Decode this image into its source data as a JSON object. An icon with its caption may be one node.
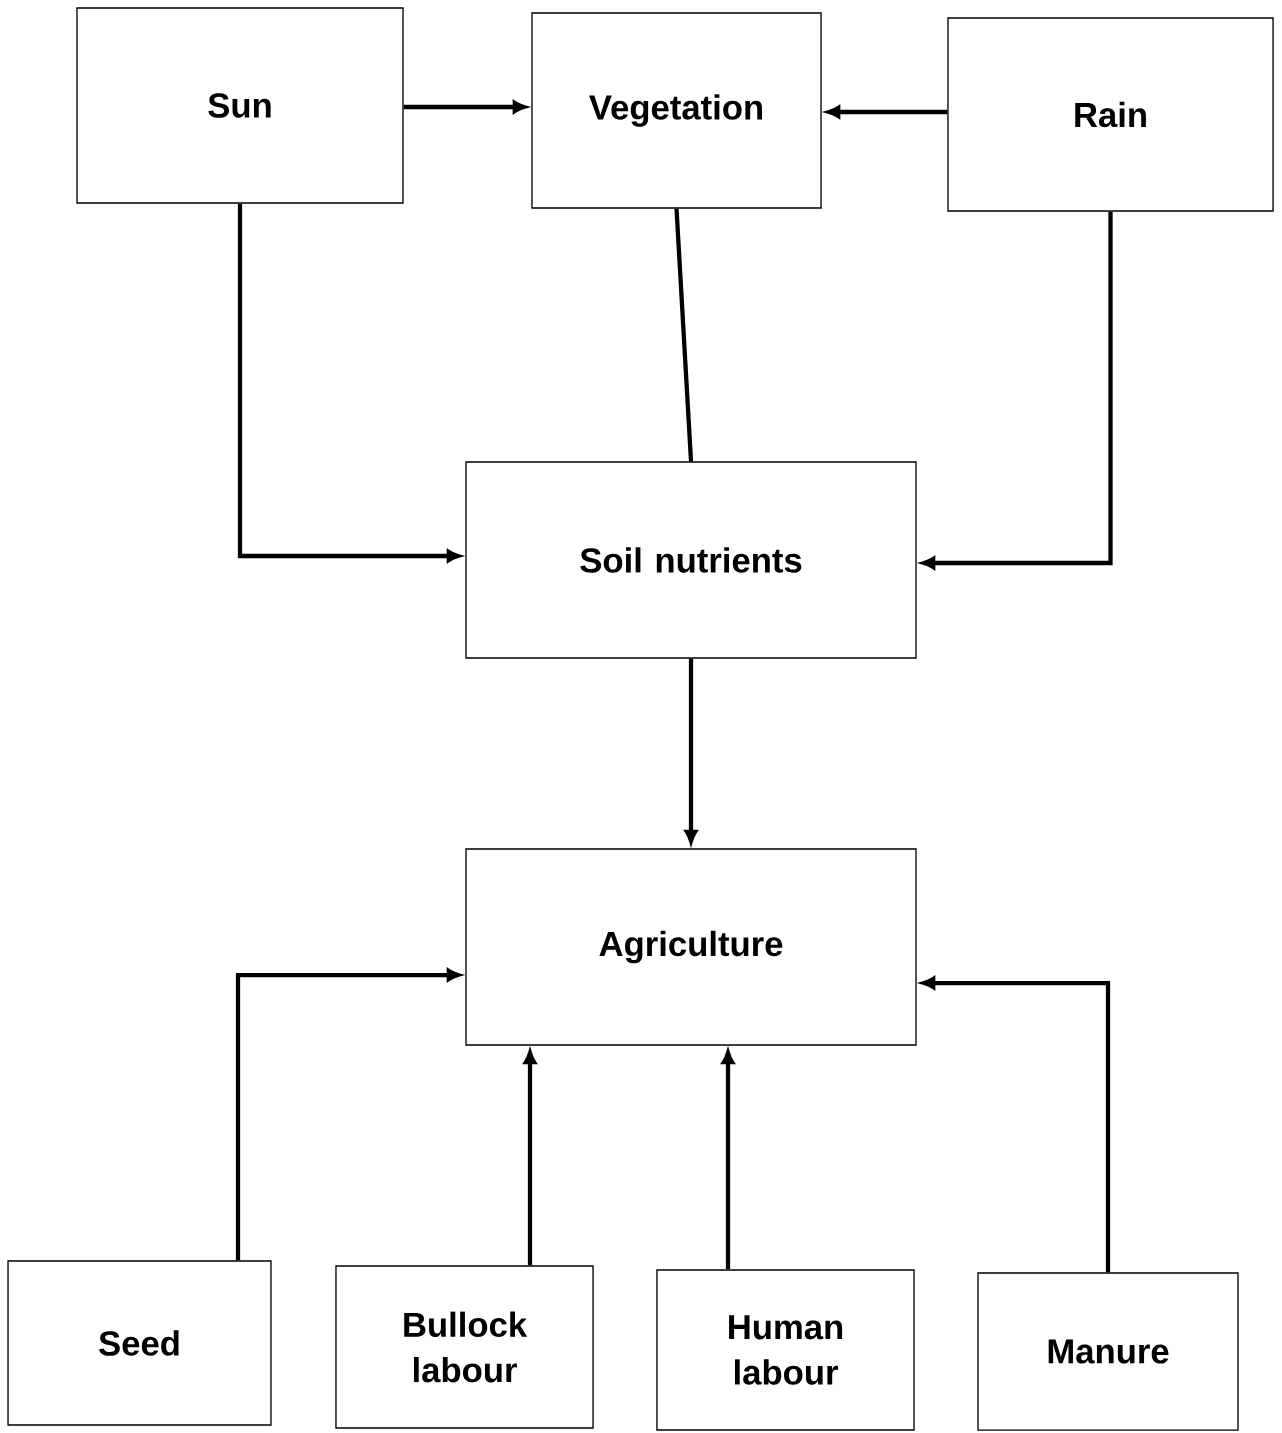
{
  "diagram": {
    "nodes": [
      {
        "text": [
          "Sun"
        ]
      },
      {
        "text": [
          "Vegetation"
        ]
      },
      {
        "text": [
          "Rain"
        ]
      },
      {
        "text": [
          "Soil nutrients"
        ]
      },
      {
        "text": [
          "Agriculture"
        ]
      },
      {
        "text": [
          "Seed"
        ]
      },
      {
        "text": [
          "Bullock labour"
        ]
      },
      {
        "text": [
          "Human labour"
        ]
      },
      {
        "text": [
          "Manure"
        ]
      }
    ],
    "edges": [
      {
        "from": 0,
        "to": 1,
        "arrow": "to"
      },
      {
        "from": 2,
        "to": 1,
        "arrow": "to"
      },
      {
        "from": 0,
        "to": 3,
        "arrow": "to"
      },
      {
        "from": 1,
        "to": 3,
        "arrow": "none"
      },
      {
        "from": 2,
        "to": 3,
        "arrow": "to"
      },
      {
        "from": 3,
        "to": 4,
        "arrow": "to"
      },
      {
        "from": 5,
        "to": 4,
        "arrow": "to"
      },
      {
        "from": 6,
        "to": 4,
        "arrow": "to"
      },
      {
        "from": 7,
        "to": 4,
        "arrow": "to"
      },
      {
        "from": 8,
        "to": 4,
        "arrow": "to"
      }
    ]
  }
}
